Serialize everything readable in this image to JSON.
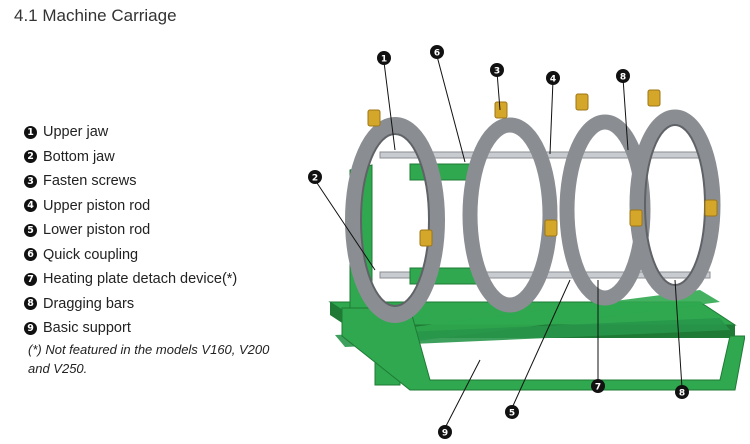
{
  "page": {
    "title": "4.1 Machine Carriage",
    "legend": [
      {
        "num": "1",
        "label": "Upper jaw"
      },
      {
        "num": "2",
        "label": "Bottom jaw"
      },
      {
        "num": "3",
        "label": "Fasten screws"
      },
      {
        "num": "4",
        "label": "Upper piston rod"
      },
      {
        "num": "5",
        "label": "Lower piston rod"
      },
      {
        "num": "6",
        "label": "Quick coupling"
      },
      {
        "num": "7",
        "label": "Heating plate detach device(*)"
      },
      {
        "num": "8",
        "label": "Dragging bars"
      },
      {
        "num": "9",
        "label": "Basic support"
      }
    ],
    "note": "(*) Not featured in the models V160, V200 and V250."
  },
  "figure": {
    "callouts": [
      "1",
      "6",
      "3",
      "4",
      "8",
      "2",
      "9",
      "5",
      "7",
      "8"
    ],
    "colors": {
      "frame": "#2fa84f",
      "frame_dark": "#1f7a36",
      "jaw": "#8a8d91",
      "rod": "#c8ccd0",
      "brass": "#d4a62a"
    }
  }
}
